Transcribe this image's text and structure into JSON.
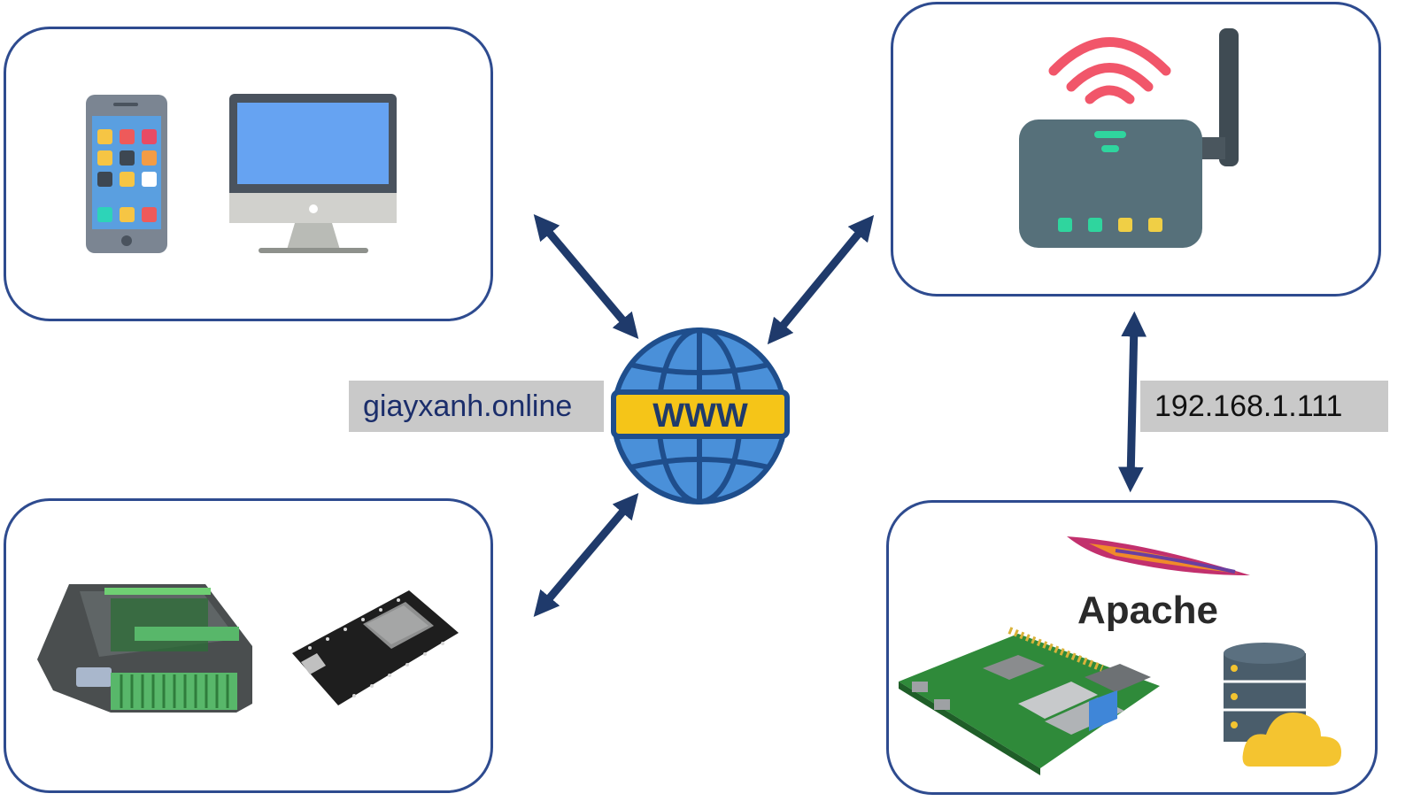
{
  "domain_label": "giayxanh.online",
  "ip_label": "192.168.1.111",
  "globe_text": "WWW",
  "apache_text": "Apache",
  "colors": {
    "border": "#2e4b8f",
    "arrow": "#1f3a6b",
    "label_bg": "#c9c9c9",
    "globe_blue": "#4a90d9",
    "globe_yellow": "#f5c518"
  },
  "nodes": {
    "clients": [
      "smartphone-icon",
      "monitor-icon"
    ],
    "router": [
      "wifi-router-icon"
    ],
    "devices": [
      "plc-controller-icon",
      "esp32-board-icon"
    ],
    "server": [
      "apache-feather-logo",
      "raspberry-pi-icon",
      "database-cloud-icon"
    ]
  }
}
